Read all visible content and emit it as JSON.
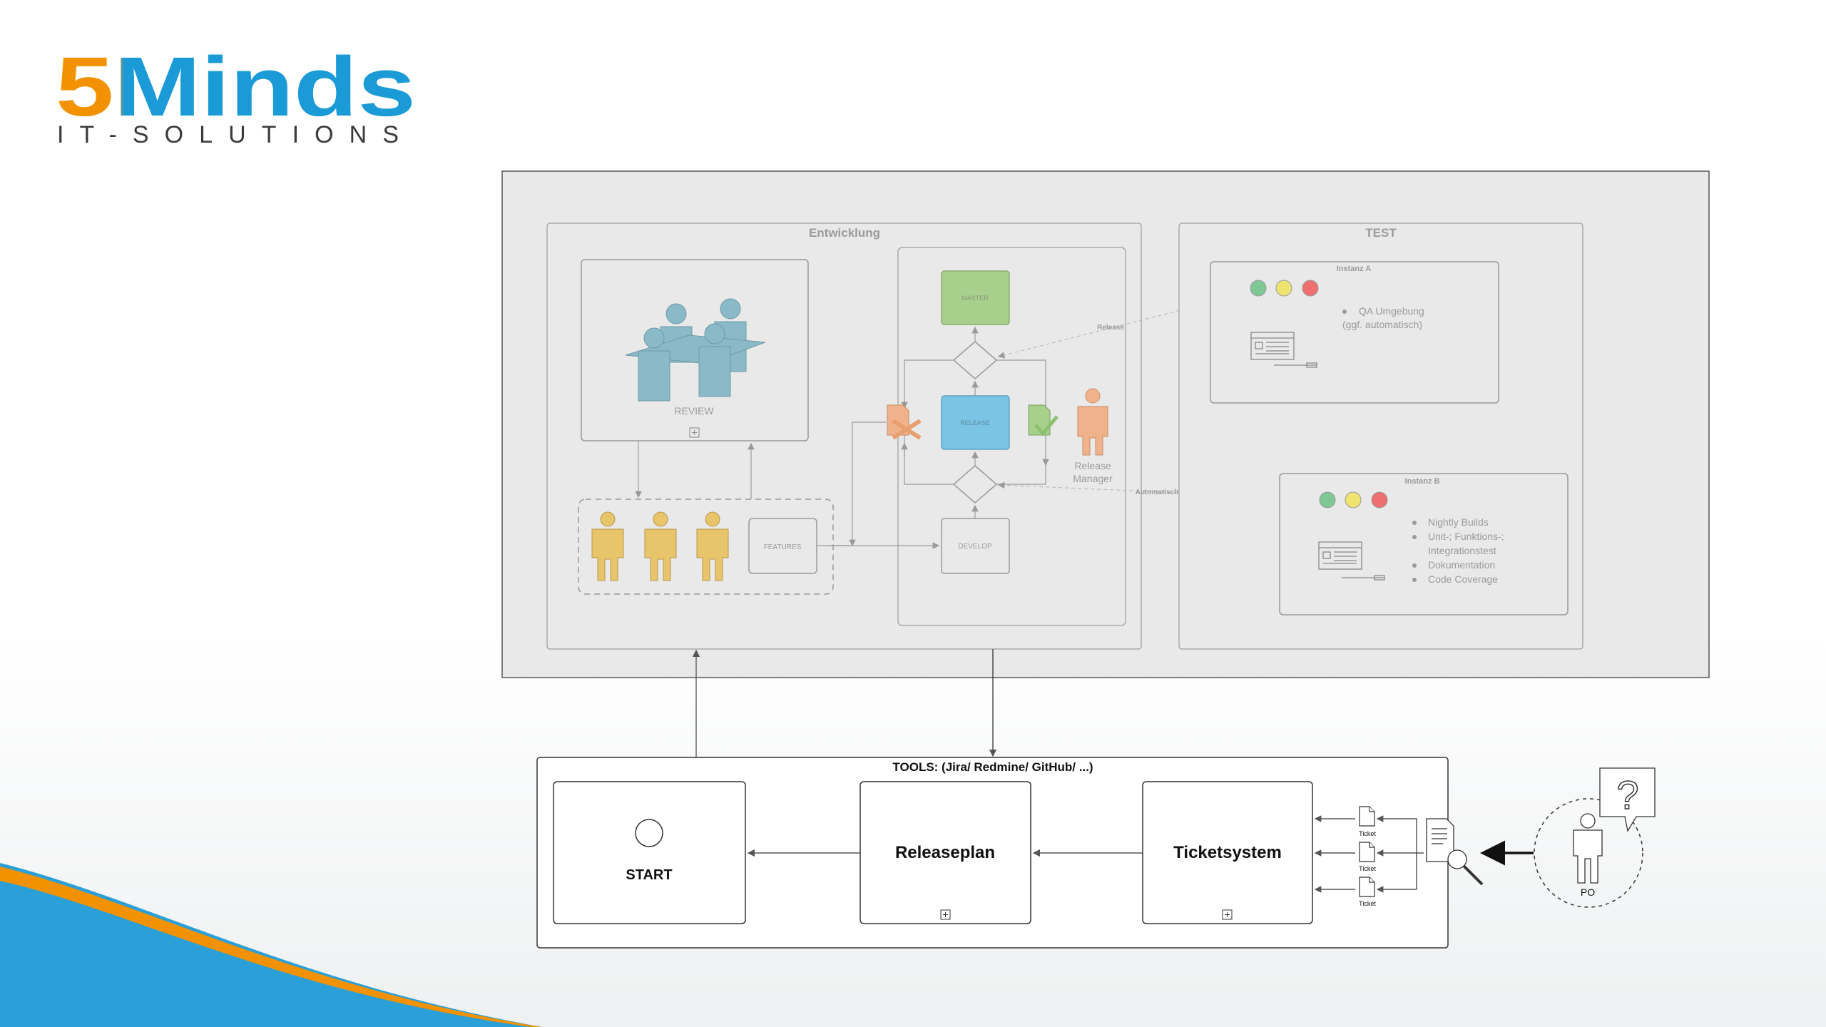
{
  "logo": {
    "main": "5Minds",
    "sub": "IT-SOLUTIONS"
  },
  "development": {
    "title": "Entwicklung",
    "review_label": "REVIEW",
    "features_label": "FEATURES",
    "master_label": "MASTER",
    "release_label": "RELEASE",
    "develop_label": "DEVELOP",
    "release_manager_line1": "Release",
    "release_manager_line2": "Manager",
    "edge_release": "Release",
    "edge_automatisch": "Automatisch"
  },
  "test": {
    "title": "TEST",
    "instance_a": {
      "title": "Instanz A",
      "bullets": [
        "QA Umgebung",
        "(ggf. automatisch)"
      ]
    },
    "instance_b": {
      "title": "Instanz B",
      "bullets": [
        "Nightly Builds",
        "Unit-; Funktions-;",
        "Integrationstest",
        "Dokumentation",
        "Code Coverage"
      ]
    }
  },
  "tools": {
    "title": "TOOLS: (Jira/ Redmine/ GitHub/ ...)",
    "start_label": "START",
    "releaseplan_label": "Releaseplan",
    "ticketsystem_label": "Ticketsystem",
    "ticket_label": "Ticket",
    "po_label": "PO",
    "question_mark": "?"
  },
  "colors": {
    "orange": "#f39200",
    "blue": "#2a9fd8",
    "master_green": "#a9cf8c",
    "release_blue": "#7cc4e3",
    "people_yellow": "#e8c46a",
    "people_blue": "#8ab9c7",
    "manager_peach": "#f0b28a",
    "panel_grey": "#e9e9e9"
  }
}
